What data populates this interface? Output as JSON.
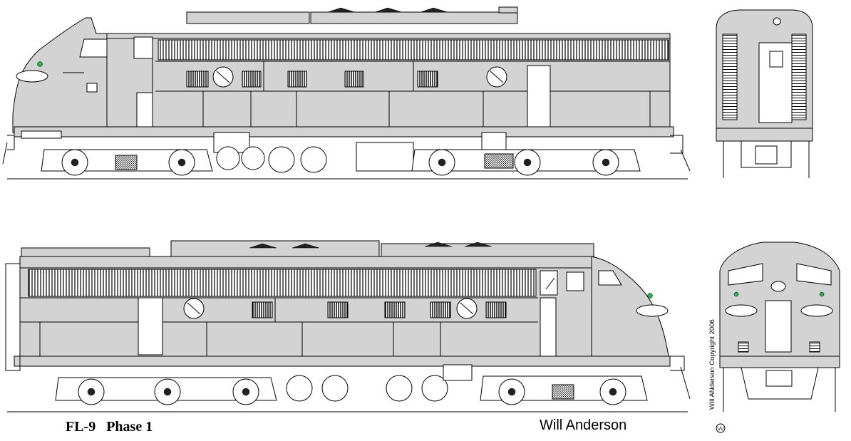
{
  "drawing": {
    "title": "FL-9   Phase 1",
    "artist": "Will Anderson",
    "copyright": "Will ANderson Copyright 2006"
  },
  "views": [
    {
      "name": "A-end side elevation"
    },
    {
      "name": "B-end side elevation"
    },
    {
      "name": "A-end front elevation"
    },
    {
      "name": "B-end rear elevation"
    }
  ],
  "colors": {
    "body": "#d3d3d3",
    "line": "#000000",
    "marker_lights": "#22b14c",
    "background": "#ffffff"
  }
}
